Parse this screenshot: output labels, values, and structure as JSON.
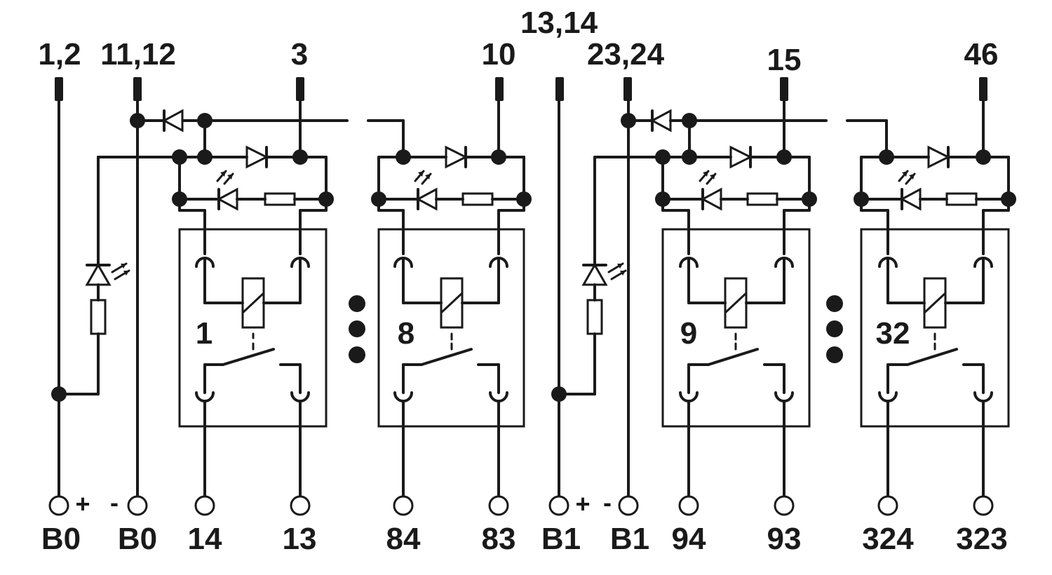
{
  "top_labels": {
    "t12": "1,2",
    "t1112": "11,12",
    "t3": "3",
    "t10": "10",
    "t1314": "13,14",
    "t2324": "23,24",
    "t15": "15",
    "t46": "46"
  },
  "relays": {
    "r1": "1",
    "r8": "8",
    "r9": "9",
    "r32": "32"
  },
  "bottom_labels": {
    "b0p": "B0",
    "b0m": "B0",
    "t14": "14",
    "t13": "13",
    "t84": "84",
    "t83": "83",
    "b1p": "B1",
    "b1m": "B1",
    "t94": "94",
    "t93": "93",
    "t324": "324",
    "t323": "323"
  },
  "signs": {
    "plus": "+",
    "minus": "-"
  }
}
